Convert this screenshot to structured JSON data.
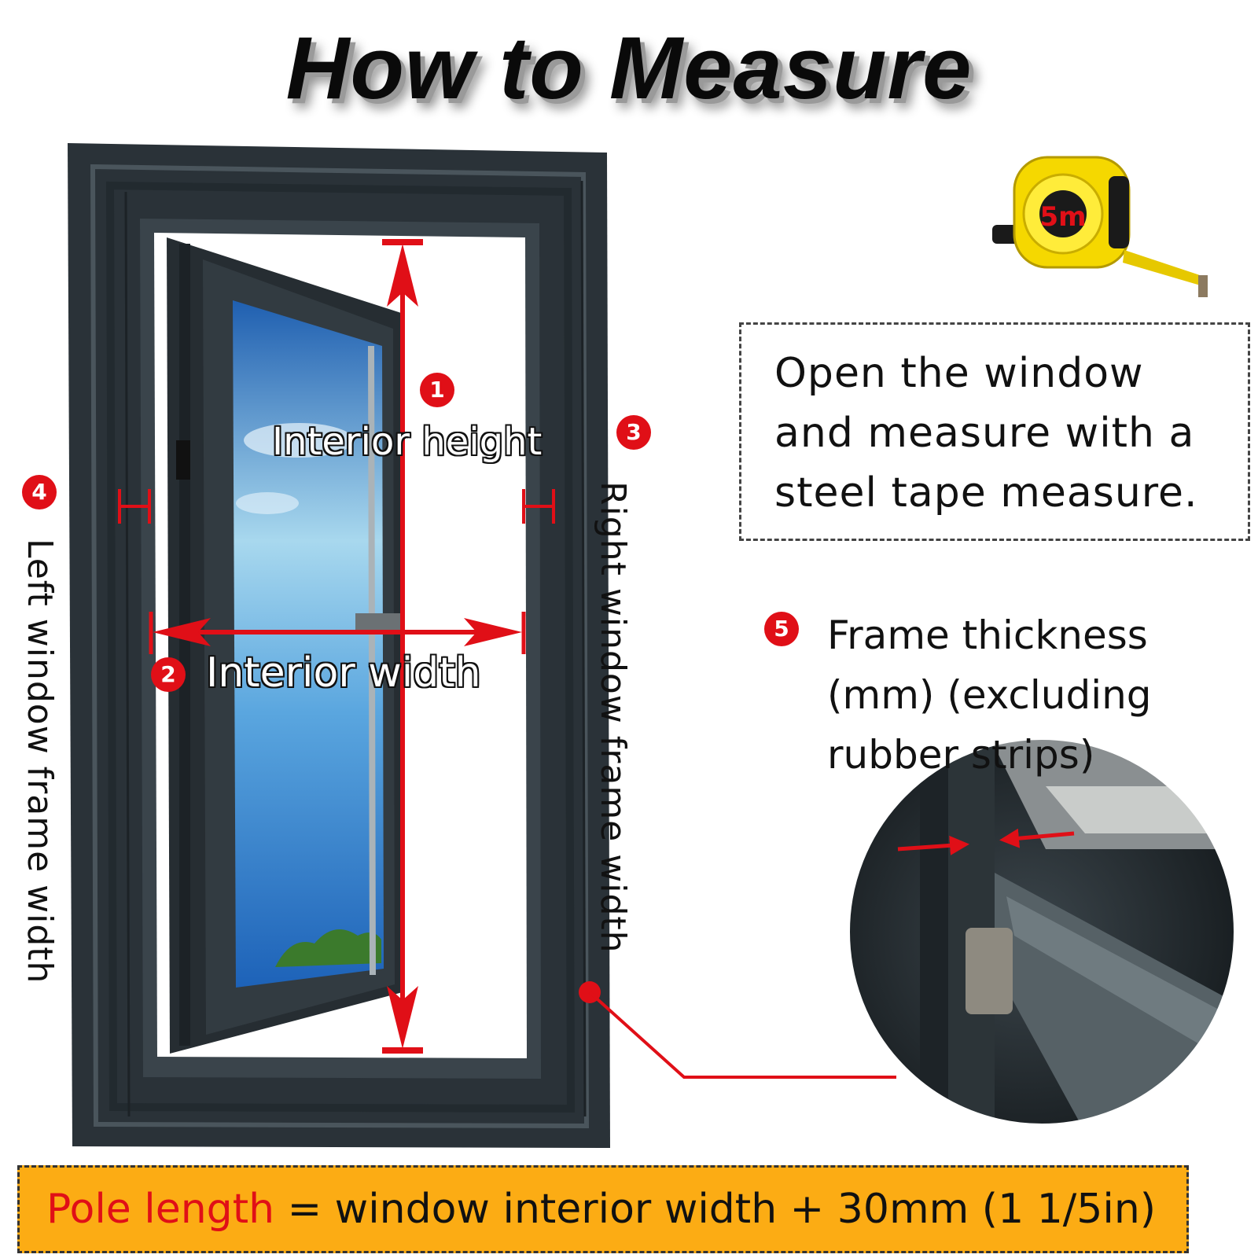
{
  "title": "How to Measure",
  "steps": {
    "s1": {
      "num": "1",
      "label": "Interior height"
    },
    "s2": {
      "num": "2",
      "label": "Interior width"
    },
    "s3": {
      "num": "3",
      "label": "Right window frame width"
    },
    "s4": {
      "num": "4",
      "label": "Left window frame width"
    },
    "s5": {
      "num": "5",
      "label": "Frame thickness (mm) (excluding rubber strips)"
    }
  },
  "instruction": "Open the window and measure with a steel tape measure.",
  "tape_measure": {
    "size_label": "5m"
  },
  "formula": {
    "highlight": "Pole length",
    "rest": " = window interior width + 30mm (1 1/5in)"
  },
  "colors": {
    "accent_red": "#e00f17",
    "frame_dark": "#2a3238",
    "formula_bg": "#fcac14",
    "tape_yellow": "#f5d800"
  }
}
